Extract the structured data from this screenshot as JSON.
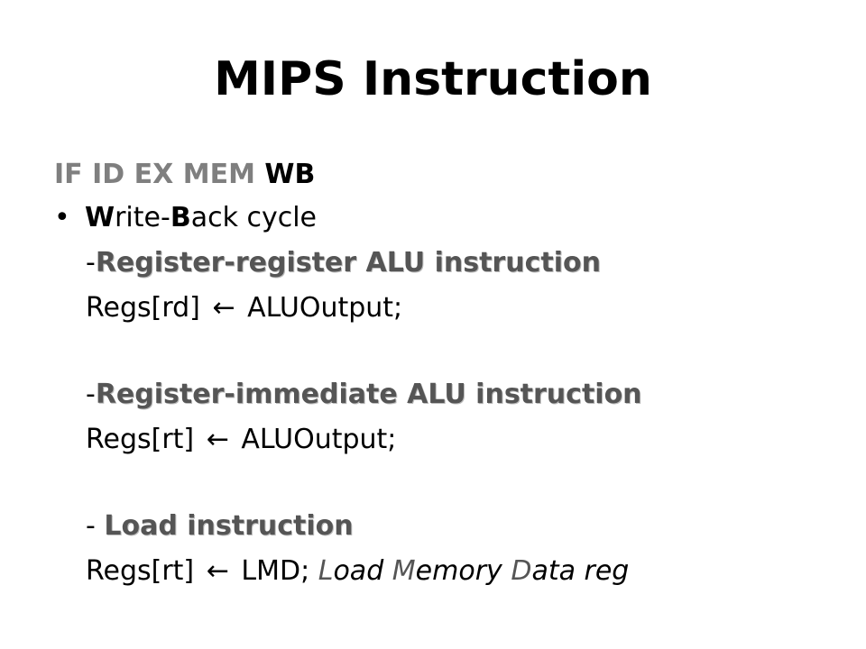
{
  "title": "MIPS Instruction",
  "stages": [
    {
      "label": "IF",
      "active": false
    },
    {
      "label": "ID",
      "active": false
    },
    {
      "label": "EX",
      "active": false
    },
    {
      "label": "MEM",
      "active": false
    },
    {
      "label": "WB",
      "active": true
    }
  ],
  "bullet": {
    "marker": "•",
    "w": "W",
    "rite": "rite-",
    "b": "B",
    "ack": "ack cycle"
  },
  "sections": [
    {
      "dash": "-",
      "header": "Register-register ALU instruction",
      "target": "Regs[rd]",
      "arrow": "←",
      "source": "ALUOutput;"
    },
    {
      "dash": "-",
      "header": "Register-immediate ALU instruction",
      "target": "Regs[rt]",
      "arrow": "←",
      "source": "ALUOutput;"
    },
    {
      "dash": "- ",
      "header": "Load instruction",
      "target": "Regs[rt]",
      "arrow": "←",
      "source": "LMD;"
    }
  ],
  "lmd_note": {
    "l": "L",
    "oad": "oad ",
    "m": "M",
    "emory": "emory ",
    "d": "D",
    "ata": "ata reg"
  }
}
